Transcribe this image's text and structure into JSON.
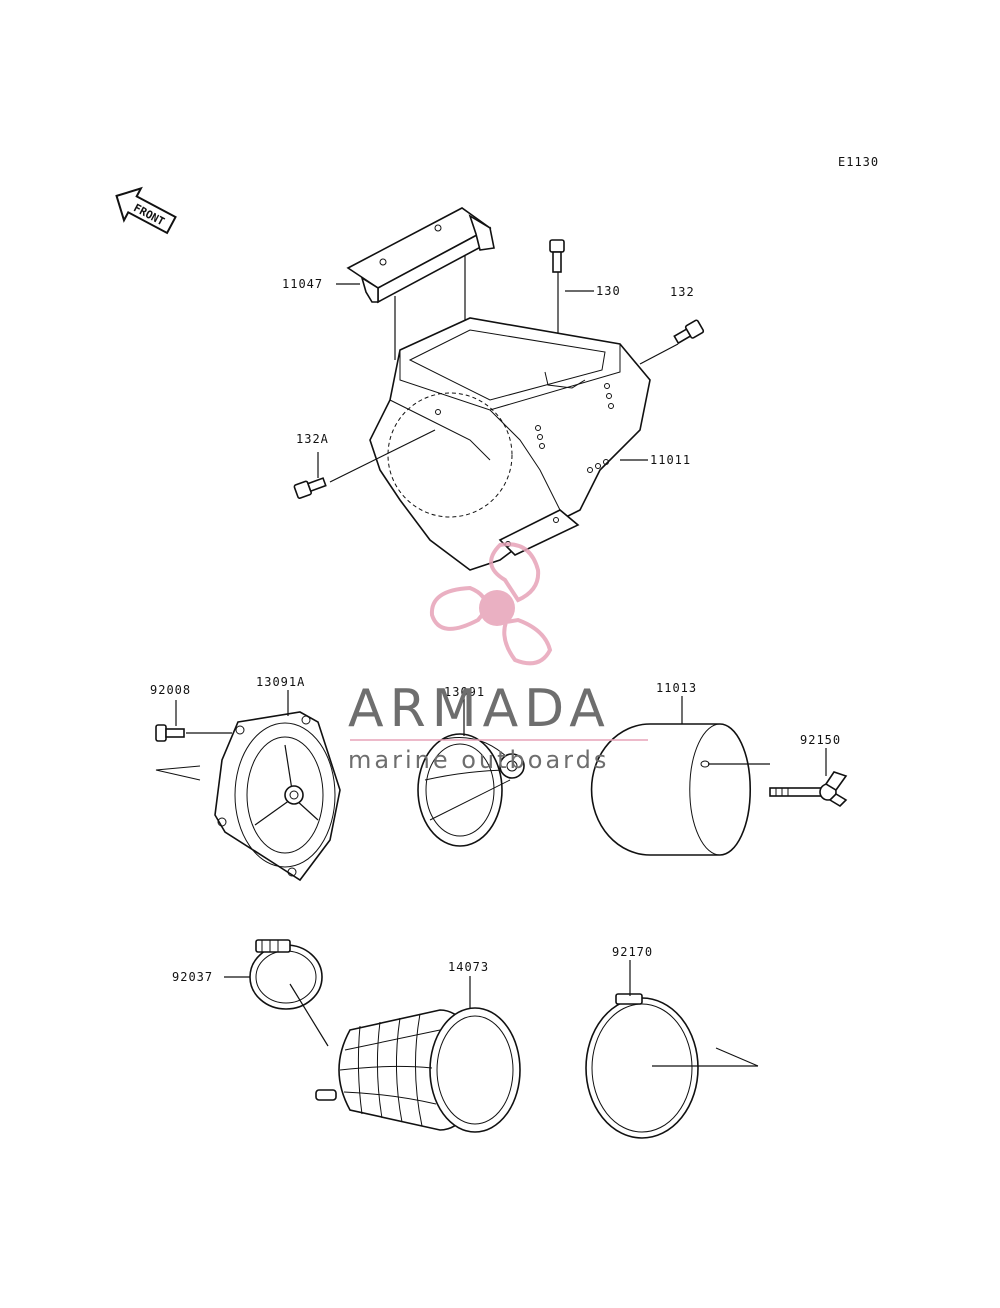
{
  "diagram_code": "E1130",
  "front_label": "FRONT",
  "parts": [
    {
      "id": "box-bracket",
      "label": "11047"
    },
    {
      "id": "bolt-top",
      "label": "130"
    },
    {
      "id": "bolt-right",
      "label": "132"
    },
    {
      "id": "bolt-left",
      "label": "132A"
    },
    {
      "id": "air-box",
      "label": "11011"
    },
    {
      "id": "bolt-small",
      "label": "92008"
    },
    {
      "id": "flame-arrester-plate",
      "label": "13091A"
    },
    {
      "id": "flame-arrester-screen",
      "label": "13091"
    },
    {
      "id": "filter-element",
      "label": "11013"
    },
    {
      "id": "wing-bolt",
      "label": "92150"
    },
    {
      "id": "clamp-small",
      "label": "92037"
    },
    {
      "id": "intake-duct",
      "label": "14073"
    },
    {
      "id": "clamp-large",
      "label": "92170"
    }
  ],
  "watermark": {
    "brand": "ARMADA",
    "tagline": "marine outboards",
    "colors": {
      "logo": "#e7a3b8",
      "text": "#6e6e6e",
      "rule": "#e7a3b8"
    }
  }
}
